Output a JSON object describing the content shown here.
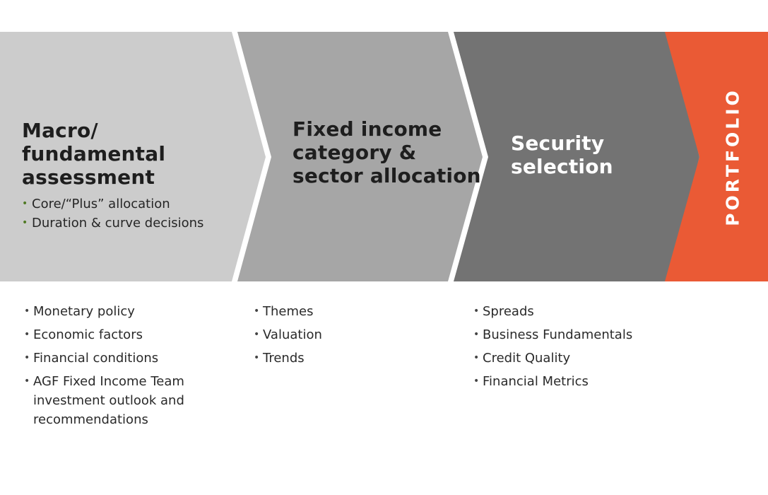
{
  "stages": [
    {
      "title_lines": [
        "Macro/",
        "fundamental",
        "assessment"
      ],
      "inner_bullets": [
        "Core/“Plus” allocation",
        "Duration & curve decisions"
      ],
      "below_bullets": [
        [
          "Monetary policy"
        ],
        [
          "Economic factors"
        ],
        [
          "Financial conditions"
        ],
        [
          "AGF Fixed Income Team",
          "investment outlook and",
          "recommendations"
        ]
      ]
    },
    {
      "title_lines": [
        "Fixed income",
        "category &",
        "sector allocation"
      ],
      "below_bullets": [
        [
          "Themes"
        ],
        [
          "Valuation"
        ],
        [
          "Trends"
        ]
      ]
    },
    {
      "title_lines": [
        "Security",
        "selection"
      ],
      "below_bullets": [
        [
          "Spreads"
        ],
        [
          "Business Fundamentals"
        ],
        [
          "Credit Quality"
        ],
        [
          "Financial Metrics"
        ]
      ]
    }
  ],
  "portfolio": {
    "label": "PORTFOLIO"
  },
  "colors": {
    "stage_1": "#cccccc",
    "stage_2": "#a6a6a6",
    "stage_3": "#737373",
    "portfolio": "#ea5a35",
    "bullet_accent": "#4f7a23"
  }
}
